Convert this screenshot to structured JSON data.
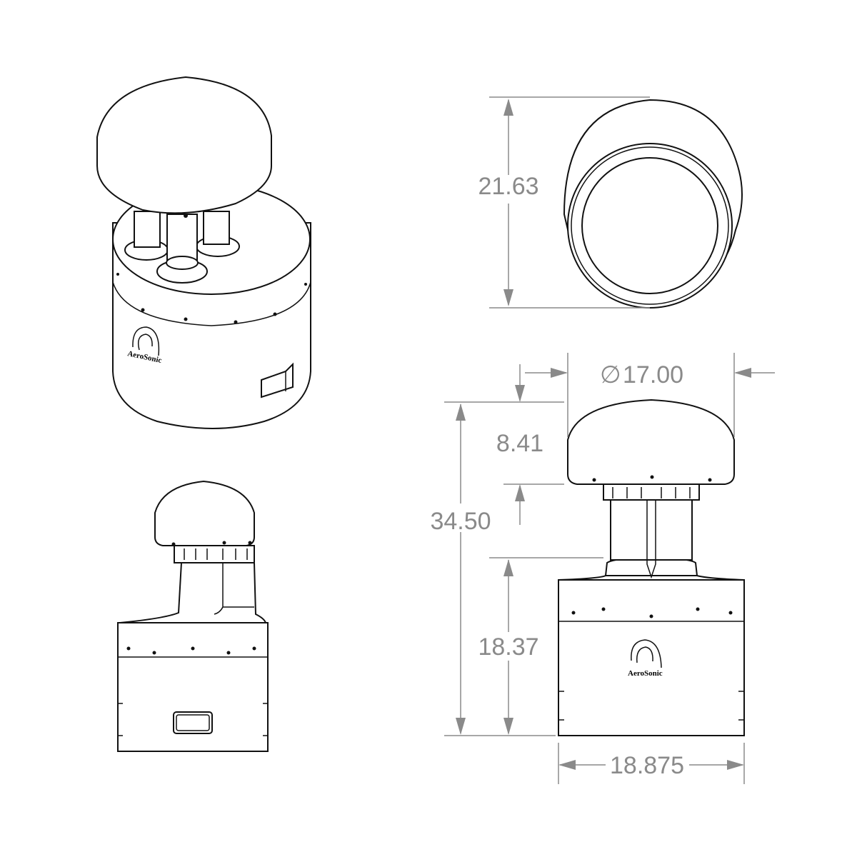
{
  "brand": {
    "logo_text": "AeroSonic"
  },
  "dimensions": {
    "dome_height": "21.63",
    "dome_diameter": "17.00",
    "diameter_symbol": "∅",
    "dome_section_height": "8.41",
    "overall_height": "34.50",
    "base_height": "18.37",
    "base_width": "18.875"
  },
  "colors": {
    "outline": "#111111",
    "dimension": "#8a8a8a",
    "background": "#ffffff"
  }
}
